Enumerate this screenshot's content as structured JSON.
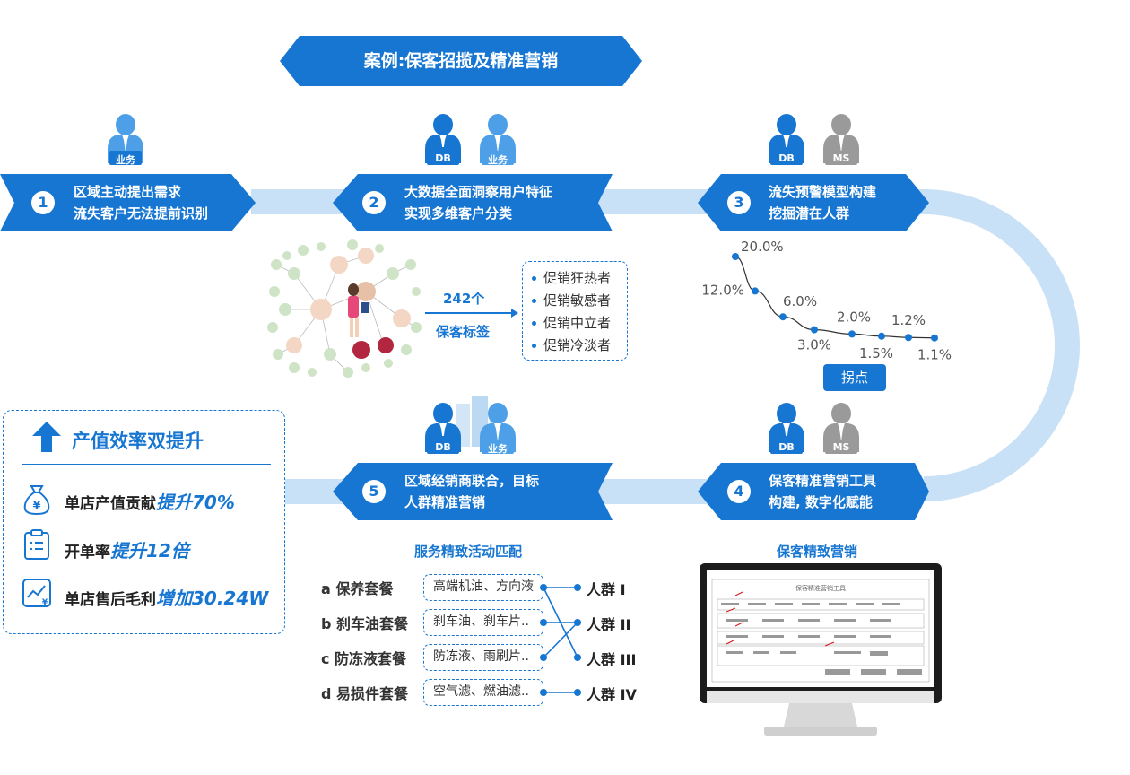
{
  "title": "案例:保客招揽及精准营销",
  "roles": {
    "step1": [
      "业务"
    ],
    "step2": [
      "DB",
      "业务"
    ],
    "step3": [
      "DB",
      "MS"
    ],
    "step4": [
      "DB",
      "MS"
    ],
    "step5": [
      "DB",
      "业务"
    ]
  },
  "steps": [
    {
      "num": "1",
      "line1": "区域主动提出需求",
      "line2": "流失客户无法提前识别"
    },
    {
      "num": "2",
      "line1": "大数据全面洞察用户特征",
      "line2": "实现多维客户分类"
    },
    {
      "num": "3",
      "line1": "流失预警模型构建",
      "line2": "挖掘潜在人群"
    },
    {
      "num": "4",
      "line1": "保客精准营销工具",
      "line2": "构建, 数字化赋能"
    },
    {
      "num": "5",
      "line1": "区域经销商联合，目标",
      "line2": "人群精准营销"
    }
  ],
  "tags": {
    "count": "242个",
    "label": "保客标签",
    "items": [
      "促销狂热者",
      "促销敏感者",
      "促销中立者",
      "促销冷淡者"
    ]
  },
  "chart_data": {
    "type": "line",
    "values": [
      "20.0%",
      "12.0%",
      "6.0%",
      "3.0%",
      "2.0%",
      "1.5%",
      "1.2%",
      "1.1%"
    ],
    "y": [
      20.0,
      12.0,
      6.0,
      3.0,
      2.0,
      1.5,
      1.2,
      1.1
    ],
    "annotation": "拐点"
  },
  "kpi_panel": {
    "title": "产值效率双提升",
    "items": [
      {
        "label": "单店产值贡献",
        "value": "提升70%",
        "icon": "money-bag-icon"
      },
      {
        "label": "开单率",
        "value": "提升12倍",
        "icon": "clipboard-icon"
      },
      {
        "label": "单店售后毛利",
        "value": "增加30.24W",
        "icon": "trend-chart-icon"
      }
    ]
  },
  "service_match": {
    "title": "服务精致活动匹配",
    "packages": [
      "a 保养套餐",
      "b 刹车油套餐",
      "c 防冻液套餐",
      "d 易损件套餐"
    ],
    "services": [
      "高端机油、方向液",
      "刹车油、刹车片..",
      "防冻液、雨刷片..",
      "空气滤、燃油滤.."
    ],
    "crowds": [
      "人群 I",
      "人群 II",
      "人群 III",
      "人群 IV"
    ]
  },
  "marketing": {
    "title": "保客精致营销",
    "screen_title": "保客精准营销工具"
  },
  "colors": {
    "primary": "#1676d2",
    "light": "#c9e1f7",
    "gray": "#9a9a9a"
  }
}
